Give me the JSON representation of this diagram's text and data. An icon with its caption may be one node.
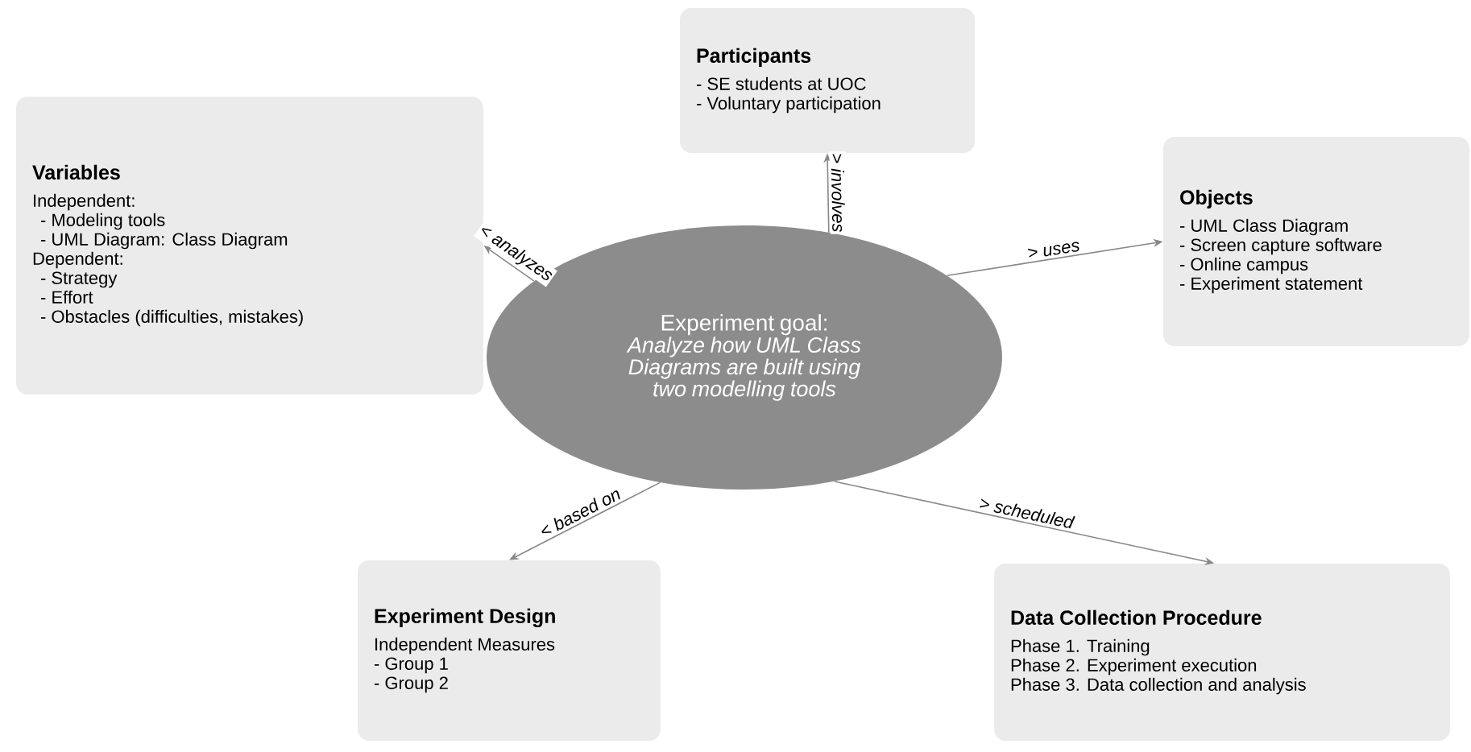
{
  "diagram": {
    "nodes": [
      {
        "text": [
          "Experiment goal:",
          "Analyze how UML Class Diagrams are built using two modelling tools"
        ]
      },
      {
        "text": [
          "Participants",
          "- SE students at UOC",
          "- Voluntary participation"
        ]
      },
      {
        "text": [
          "Variables",
          "Independent:",
          "- Modeling tools",
          "- UML Diagram: Class Diagram",
          "Dependent:",
          "- Strategy",
          "- Effort",
          "- Obstacles (difficulties, mistakes)"
        ]
      },
      {
        "text": [
          "Objects",
          "- UML Class Diagram",
          "- Screen capture software",
          "- Online campus",
          "- Experiment statement"
        ]
      },
      {
        "text": [
          "Experiment Design",
          "Independent Measures",
          "- Group 1",
          "- Group 2"
        ]
      },
      {
        "text": [
          "Data Collection Procedure",
          "Phase 1. Training",
          "Phase 2. Experiment execution",
          "Phase 3. Data collection and analysis"
        ]
      }
    ],
    "edges": [
      {
        "from": 0,
        "to": 1,
        "arrow": "to",
        "label": "> involves"
      },
      {
        "from": 0,
        "to": 2,
        "arrow": "to",
        "label": "< analyzes"
      },
      {
        "from": 0,
        "to": 3,
        "arrow": "to",
        "label": "> uses"
      },
      {
        "from": 0,
        "to": 4,
        "arrow": "to",
        "label": "< based on"
      },
      {
        "from": 0,
        "to": 5,
        "arrow": "to",
        "label": "> scheduled"
      }
    ]
  }
}
